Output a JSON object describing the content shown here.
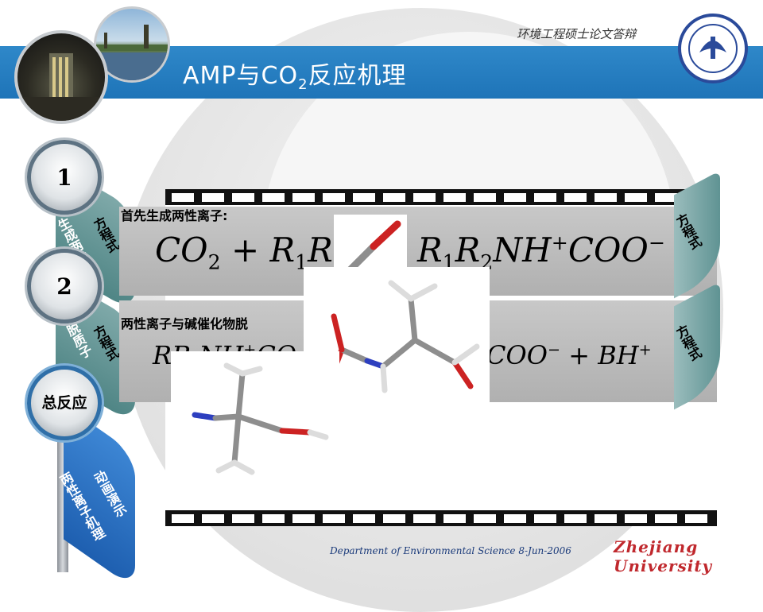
{
  "header": {
    "title_prefix": "AMP与CO",
    "title_sub": "2",
    "title_suffix": "反应机理",
    "thesis_caption": "环境工程硕士论文答辩"
  },
  "steps": [
    {
      "label": "1",
      "ribbon_text": "生成两性离子"
    },
    {
      "label": "2",
      "ribbon_text": "脱质子"
    },
    {
      "label": "总反应",
      "ribbon_text": "两性离子机理",
      "ribbon_sub": "动画演示"
    }
  ],
  "side_tabs": {
    "left_top": "方程式",
    "left_mid": "方程式",
    "right_top": "方程式",
    "right_mid": "方程式"
  },
  "content": {
    "step1_label": "首先生成两性离子:",
    "step2_label": "两性离子与碱催化物脱",
    "eq1_left_co": "CO",
    "eq1_left_co_sub": "2",
    "eq1_plus": "+ R",
    "eq1_r1_sub": "1",
    "eq1_r2": "R",
    "eq1_r2_sub": "2",
    "eq1_n": "N",
    "eq1_right_r": "R",
    "eq1_right_r1_sub": "1",
    "eq1_right_r2": "R",
    "eq1_right_r2_sub": "2",
    "eq1_right_nh": "NH",
    "eq1_right_plus_sup": "+",
    "eq1_right_coo": "COO",
    "eq1_right_minus_sup": "−",
    "eq2_left_r": "R",
    "eq2_left_mid": "R NH",
    "eq2_left_plus_sup": "+",
    "eq2_left_co": "CO",
    "eq2_right_coo": "COO",
    "eq2_right_minus_sup": "−",
    "eq2_right_plus_bh": "+ BH",
    "eq2_right_plus_sup": "+"
  },
  "footer": {
    "department": "Department of Environmental Science  8-Jun-2006",
    "brand": "Zhejiang University"
  },
  "colors": {
    "header_band": "#2f88c9",
    "ribbon": "#5f9393",
    "active_ribbon": "#2a6fc0",
    "brand": "#c0282d"
  }
}
